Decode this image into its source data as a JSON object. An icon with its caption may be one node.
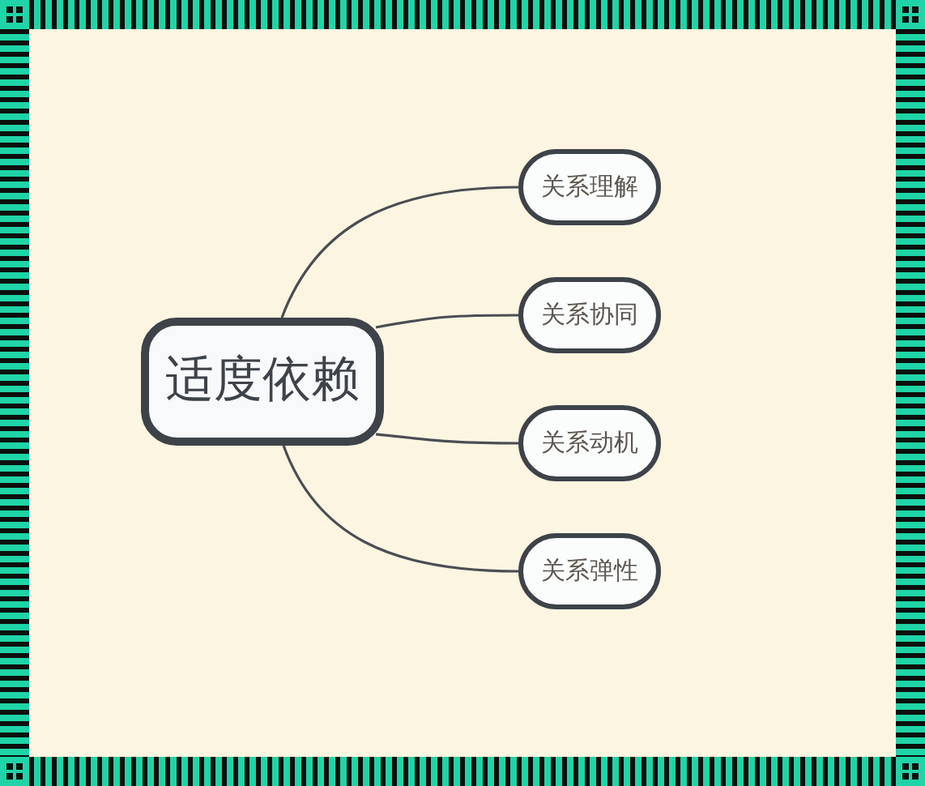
{
  "diagram": {
    "nodes": [
      {
        "text": [
          "适度依赖"
        ]
      },
      {
        "text": [
          "关系理解"
        ]
      },
      {
        "text": [
          "关系协同"
        ]
      },
      {
        "text": [
          "关系动机"
        ]
      },
      {
        "text": [
          "关系弹性"
        ]
      }
    ],
    "edges": [
      {
        "from": 0,
        "to": 1,
        "arrow": "none"
      },
      {
        "from": 0,
        "to": 2,
        "arrow": "none"
      },
      {
        "from": 0,
        "to": 3,
        "arrow": "none"
      },
      {
        "from": 0,
        "to": 4,
        "arrow": "none"
      }
    ]
  }
}
